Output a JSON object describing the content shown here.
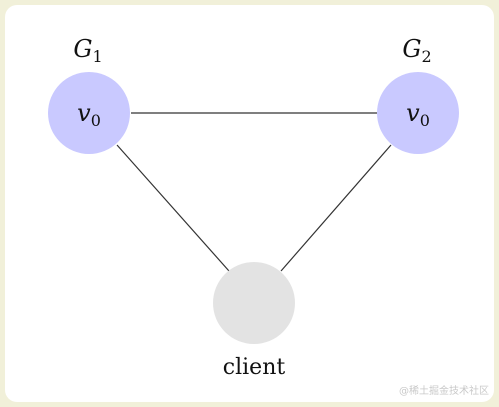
{
  "diagram": {
    "nodes": [
      {
        "id": "g1",
        "label_base": "v",
        "label_sub": "0",
        "title_base": "G",
        "title_sub": "1",
        "fill": "#c9c9ff"
      },
      {
        "id": "g2",
        "label_base": "v",
        "label_sub": "0",
        "title_base": "G",
        "title_sub": "2",
        "fill": "#c9c9ff"
      },
      {
        "id": "client",
        "label": "client",
        "fill": "#e3e3e3"
      }
    ],
    "edges": [
      [
        "g1",
        "g2"
      ],
      [
        "g1",
        "client"
      ],
      [
        "g2",
        "client"
      ]
    ],
    "colors": {
      "edge": "#333333",
      "frame_bg": "#f1f0d9",
      "panel_bg": "#ffffff"
    }
  },
  "watermark": "@稀土掘金技术社区"
}
